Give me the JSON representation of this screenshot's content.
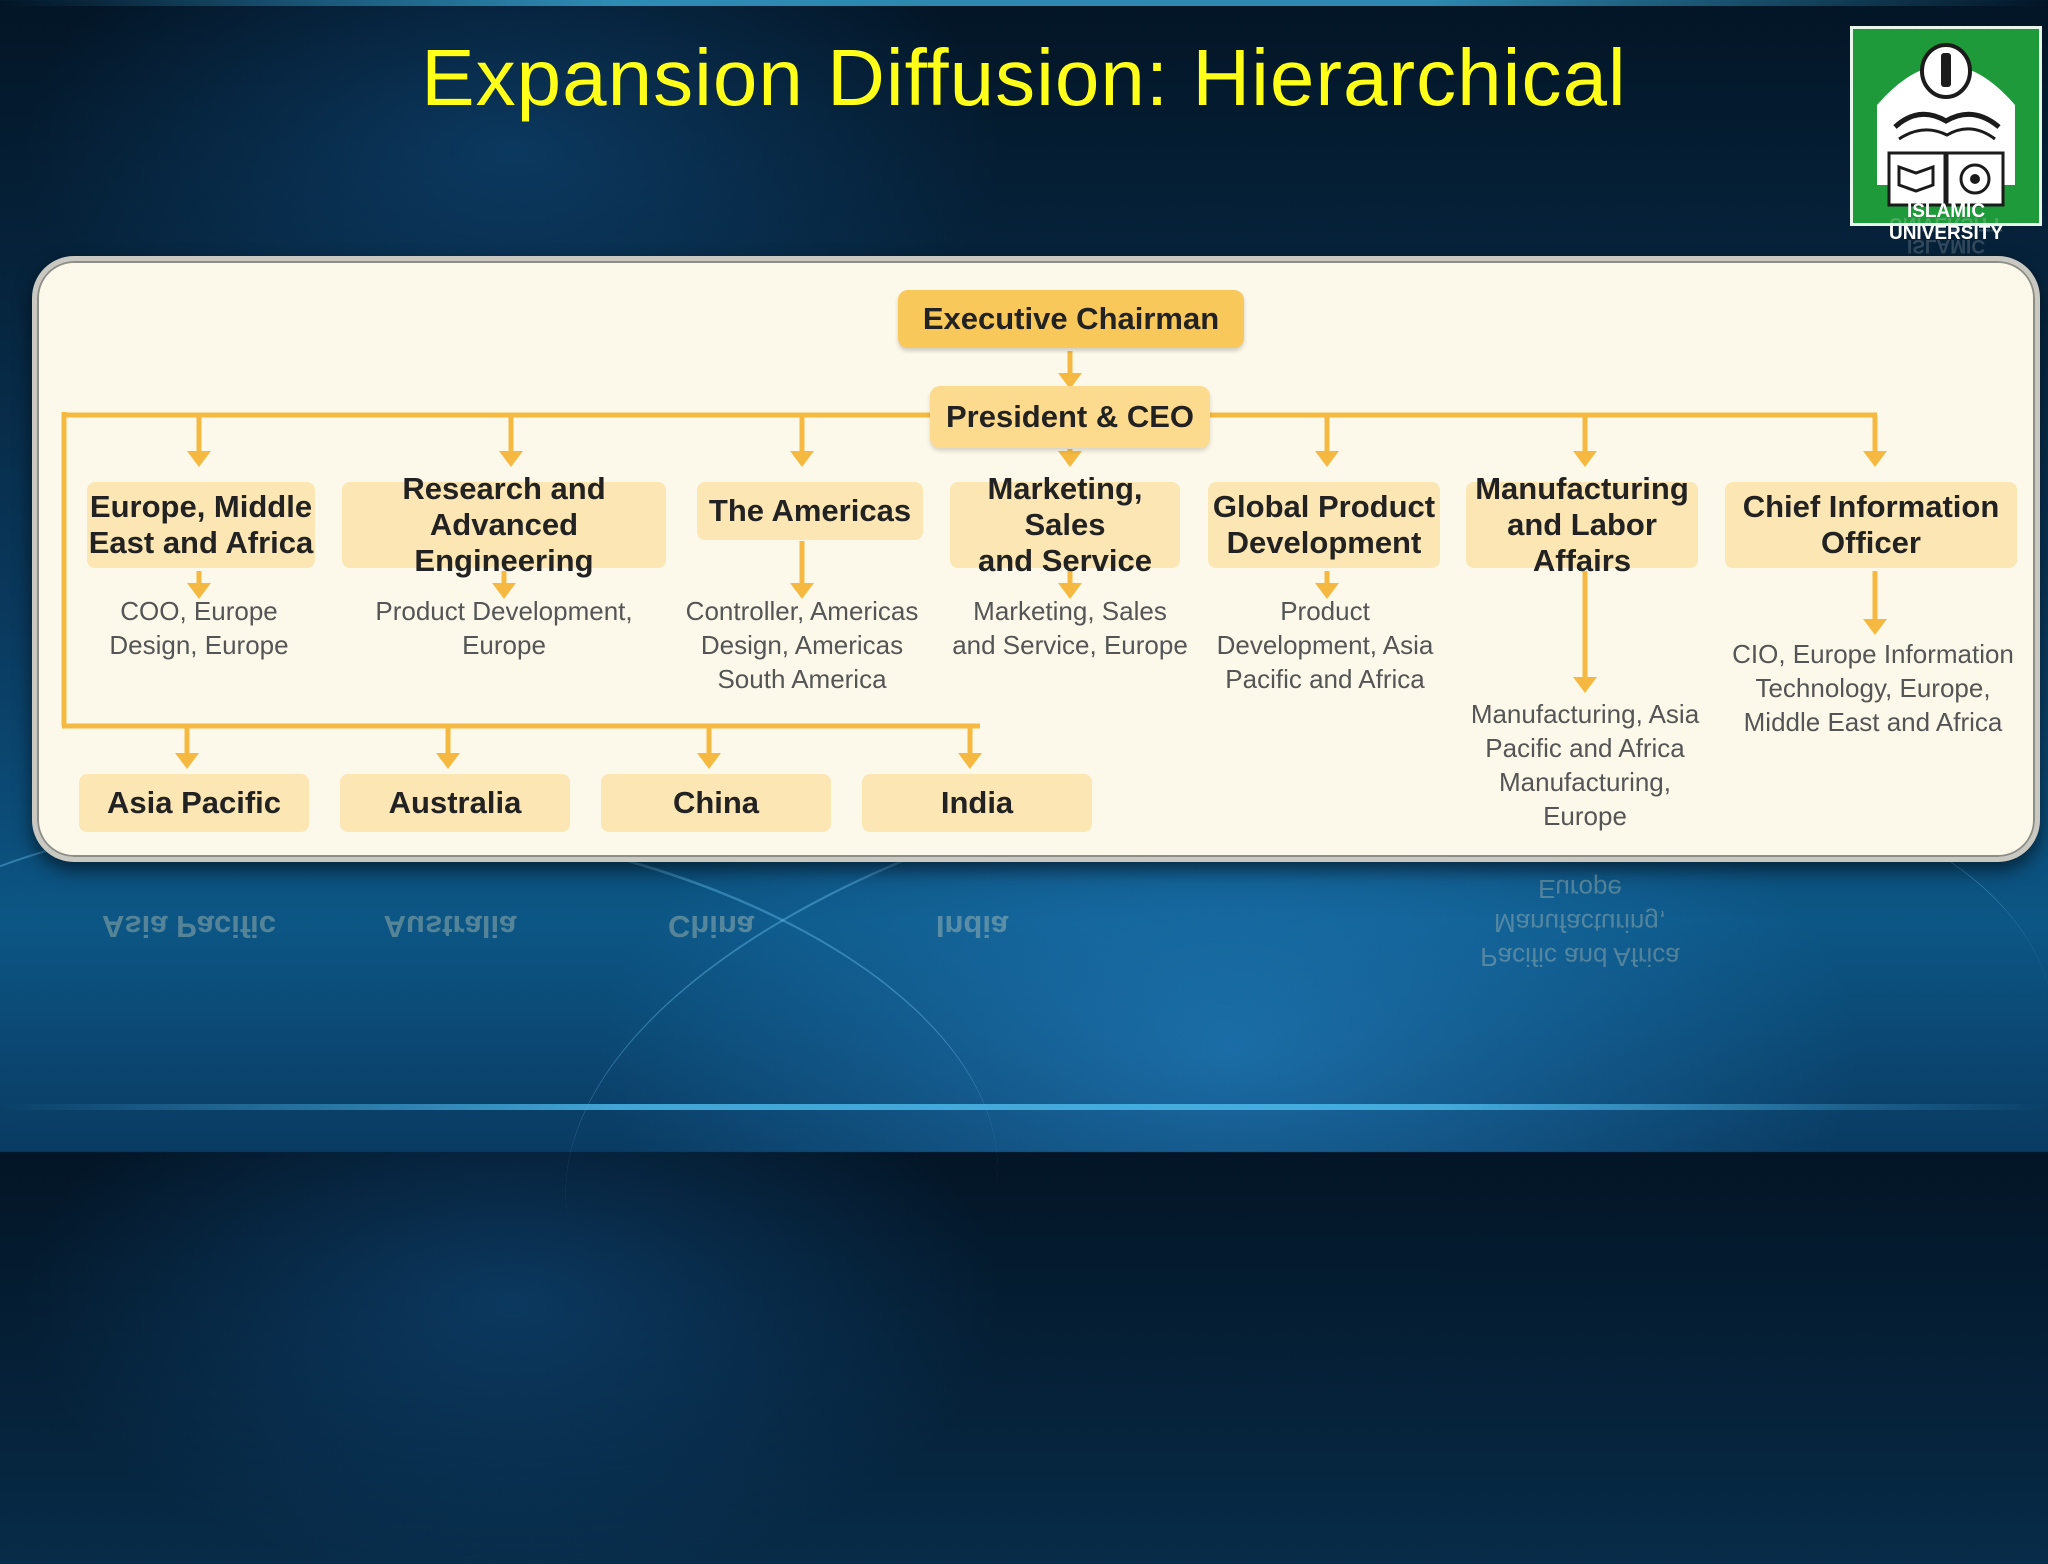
{
  "slide": {
    "title": "Expansion Diffusion: Hierarchical",
    "logo_text": "ISLAMIC UNIVERSITY",
    "logo_icon": "university-emblem-icon"
  },
  "org_chart": {
    "executive": "Executive Chairman",
    "ceo": "President & CEO",
    "divisions": [
      {
        "label": "Europe, Middle East and Africa",
        "line1": "Europe, Middle",
        "line2": "East and Africa",
        "sub": [
          "COO, Europe",
          "Design, Europe"
        ]
      },
      {
        "label": "Research and Advanced Engineering",
        "line1": "Research and",
        "line2": "Advanced Engineering",
        "sub": [
          "Product Development,",
          "Europe"
        ]
      },
      {
        "label": "The Americas",
        "line1": "The Americas",
        "line2": "",
        "sub": [
          "Controller, Americas",
          "Design, Americas",
          "South America"
        ]
      },
      {
        "label": "Marketing, Sales and Service",
        "line1": "Marketing, Sales",
        "line2": "and Service",
        "sub": [
          "Marketing, Sales",
          "and Service, Europe"
        ]
      },
      {
        "label": "Global Product Development",
        "line1": "Global Product",
        "line2": "Development",
        "sub": [
          "Product",
          "Development, Asia",
          "Pacific and Africa"
        ]
      },
      {
        "label": "Manufacturing and Labor Affairs",
        "line1": "Manufacturing",
        "line2": "and Labor Affairs",
        "sub": [
          "Manufacturing, Asia",
          "Pacific and Africa",
          "Manufacturing,",
          "Europe"
        ]
      },
      {
        "label": "Chief Information Officer",
        "line1": "Chief Information",
        "line2": "Officer",
        "sub": [
          "CIO, Europe Information",
          "Technology, Europe,",
          "Middle East and Africa"
        ]
      }
    ],
    "regions": [
      "Asia Pacific",
      "Australia",
      "China",
      "India"
    ]
  },
  "colors": {
    "title": "#ffff1a",
    "connector": "#f5b942",
    "box_top": "#f9c85b",
    "box": "#fbe6b4",
    "panel": "#fdf9ea"
  }
}
